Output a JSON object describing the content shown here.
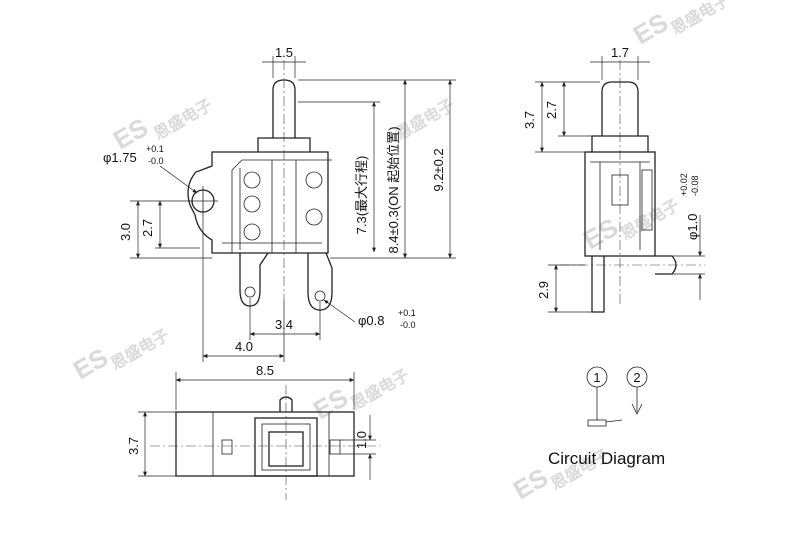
{
  "watermark": {
    "brand": "ES",
    "chars": "恩盛电子"
  },
  "front_view": {
    "dim_plunger_width": "1.5",
    "dim_max_travel": "7.3(最大行程)",
    "dim_on_position": "8.4±0.3(ON 起始位置)",
    "dim_total_height": "9.2±0.2",
    "dim_mount_hole": "φ1.75",
    "dim_mount_hole_tol_upper": "+0.1",
    "dim_mount_hole_tol_lower": "-0.0",
    "dim_height_3_0": "3.0",
    "dim_height_2_7": "2.7",
    "dim_terminal_hole": "φ0.8",
    "dim_terminal_hole_tol_upper": "+0.1",
    "dim_terminal_hole_tol_lower": "-0.0",
    "dim_terminal_pitch": "3.4",
    "dim_hole_to_terminal": "4.0"
  },
  "side_view": {
    "dim_top_width": "1.7",
    "dim_height_3_7": "3.7",
    "dim_height_2_7": "2.7",
    "dim_pin_diameter": "φ1.0",
    "dim_pin_tol_upper": "+0.02",
    "dim_pin_tol_lower": "-0.08",
    "dim_height_2_9": "2.9"
  },
  "top_view": {
    "dim_length": "8.5",
    "dim_width": "3.7",
    "dim_boss": "1.0"
  },
  "circuit": {
    "pin1": "1",
    "pin2": "2",
    "caption": "Circuit Diagram"
  }
}
